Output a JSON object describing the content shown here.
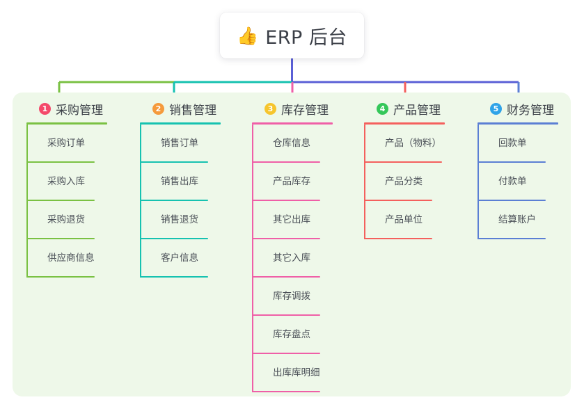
{
  "root": {
    "icon": "thumbs-up-icon",
    "emoji": "👍",
    "title": "ERP 后台"
  },
  "palette": {
    "panel_bg": "#eef8e9",
    "page_bg": "#ffffff",
    "text": "#3b3f47",
    "branch_1": "#7ac143",
    "branch_2": "#16c2b0",
    "branch_3": "#ef5fa7",
    "branch_4": "#f4605d",
    "branch_5": "#5b7fd4",
    "root_stem": "#5a5fd6",
    "badge_1": "#f4496a",
    "badge_2": "#f59a3c",
    "badge_3": "#f6c52d",
    "badge_4": "#34c759",
    "badge_5": "#2fa3e8"
  },
  "branches": [
    {
      "number": "1",
      "label": "采购管理",
      "badge_color": "#f4496a",
      "line_color": "#7ac143",
      "items": [
        {
          "label": "采购订单"
        },
        {
          "label": "采购入库"
        },
        {
          "label": "采购退货"
        },
        {
          "label": "供应商信息"
        }
      ]
    },
    {
      "number": "2",
      "label": "销售管理",
      "badge_color": "#f59a3c",
      "line_color": "#16c2b0",
      "items": [
        {
          "label": "销售订单"
        },
        {
          "label": "销售出库"
        },
        {
          "label": "销售退货"
        },
        {
          "label": "客户信息"
        }
      ]
    },
    {
      "number": "3",
      "label": "库存管理",
      "badge_color": "#f6c52d",
      "line_color": "#ef5fa7",
      "items": [
        {
          "label": "仓库信息"
        },
        {
          "label": "产品库存"
        },
        {
          "label": "其它出库"
        },
        {
          "label": "其它入库"
        },
        {
          "label": "库存调拨"
        },
        {
          "label": "库存盘点"
        },
        {
          "label": "出库库明细"
        }
      ]
    },
    {
      "number": "4",
      "label": "产品管理",
      "badge_color": "#34c759",
      "line_color": "#f4605d",
      "items": [
        {
          "label": "产品（物料）",
          "wide": true
        },
        {
          "label": "产品分类"
        },
        {
          "label": "产品单位"
        }
      ]
    },
    {
      "number": "5",
      "label": "财务管理",
      "badge_color": "#2fa3e8",
      "line_color": "#5b7fd4",
      "items": [
        {
          "label": "回款单"
        },
        {
          "label": "付款单"
        },
        {
          "label": "结算账户"
        }
      ]
    }
  ]
}
